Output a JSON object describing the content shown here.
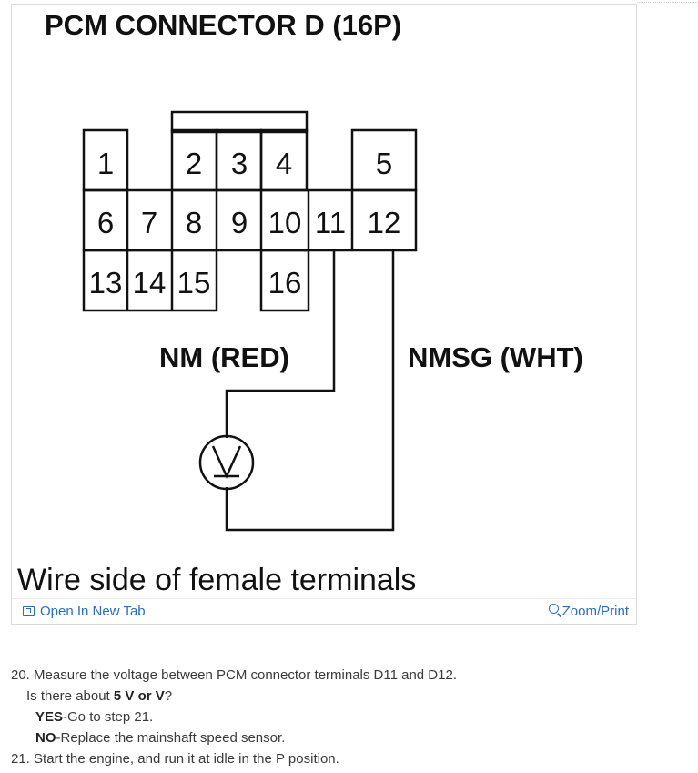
{
  "figure": {
    "title": "PCM CONNECTOR D (16P)",
    "terminals": [
      "1",
      "2",
      "3",
      "4",
      "5",
      "6",
      "7",
      "8",
      "9",
      "10",
      "11",
      "12",
      "13",
      "14",
      "15",
      "16"
    ],
    "wire_labels": {
      "nm": "NM (RED)",
      "nmsg": "NMSG (WHT)"
    },
    "caption": "Wire side of female terminals",
    "meter_icon": "voltmeter-icon",
    "open_new_tab_label": "Open In New Tab",
    "open_new_tab_icon": "open-new-tab-icon",
    "zoom_print_label": "Zoom/Print",
    "zoom_icon": "magnifier-icon"
  },
  "steps": {
    "s20_text": "20. Measure the voltage between PCM connector terminals D11 and D12.",
    "s20_q_prefix": "Is there about ",
    "s20_q_bold": "5 V or V",
    "s20_q_suffix": "?",
    "yes_label": "YES",
    "yes_text": "-Go to step 21.",
    "no_label": "NO",
    "no_text": "-Replace the mainshaft speed sensor.",
    "s21_text": "21. Start the engine, and run it at idle in the P position."
  },
  "colors": {
    "link": "#2a6ebb",
    "ink": "#111111",
    "body_text": "#3a3a3a"
  }
}
